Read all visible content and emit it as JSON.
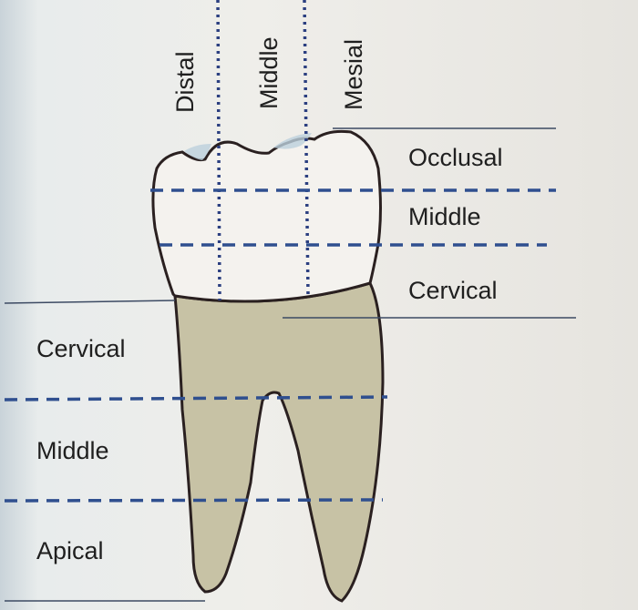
{
  "labels": {
    "top": {
      "distal": "Distal",
      "middle": "Middle",
      "mesial": "Mesial"
    },
    "crown": {
      "occlusal": "Occlusal",
      "middle": "Middle",
      "cervical": "Cervical"
    },
    "root": {
      "cervical": "Cervical",
      "middle": "Middle",
      "apical": "Apical"
    }
  },
  "colors": {
    "outline": "#2a2020",
    "crown_fill": "#f4f2ee",
    "root_fill": "#c7c2a5",
    "dash_blue": "#2f4f8f",
    "dot_blue": "#2b3f80",
    "guide_line": "#3c4a63"
  }
}
